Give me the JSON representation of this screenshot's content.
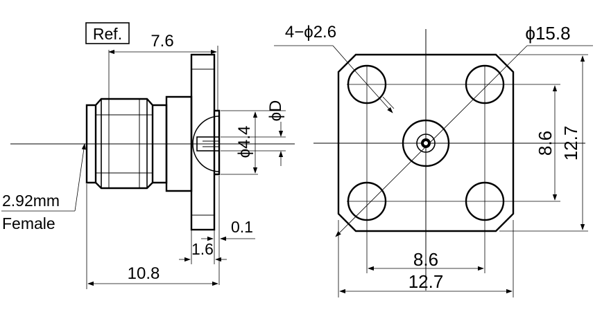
{
  "side_view": {
    "ref_label": "Ref.",
    "dim_ref_length": "7.6",
    "dim_inner_diameter": "ϕ4.4",
    "dim_pin_diameter": "ϕD",
    "dim_gap": "0.1",
    "dim_flange_thickness": "1.6",
    "dim_overall_length": "10.8",
    "connector_type": "2.92mm",
    "connector_gender": "Female"
  },
  "front_view": {
    "hole_callout": "4−ϕ2.6",
    "bolt_circle": "ϕ15.8",
    "hole_spacing_vertical": "8.6",
    "flange_height": "12.7",
    "hole_spacing_horizontal": "8.6",
    "flange_width": "12.7"
  }
}
